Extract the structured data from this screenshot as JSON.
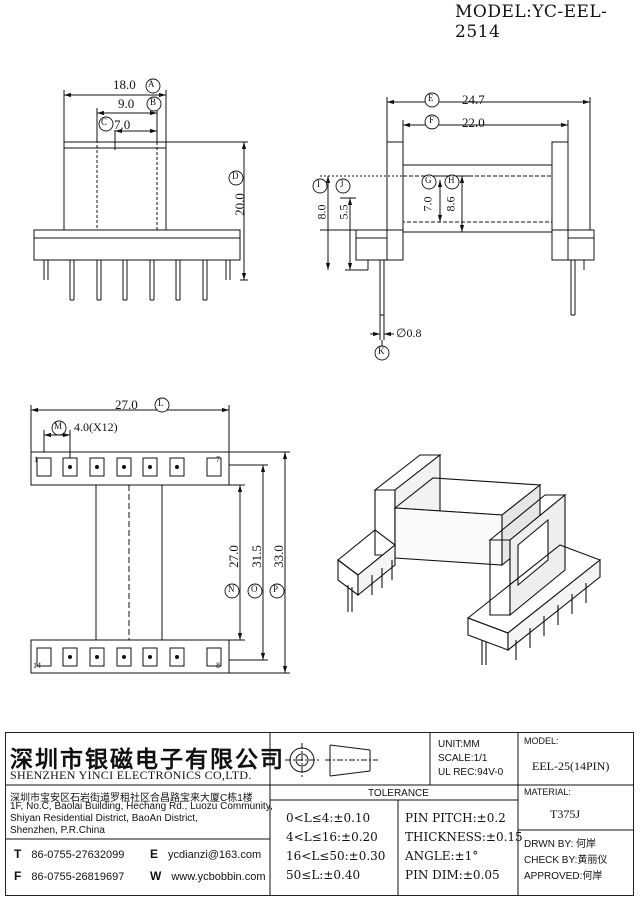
{
  "header": {
    "model": "MODEL:YC-EEL-2514"
  },
  "dimensions": {
    "A": {
      "value": "18.0",
      "letter": "A"
    },
    "B": {
      "value": "9.0",
      "letter": "B"
    },
    "C": {
      "value": "7.0",
      "letter": "C"
    },
    "D": {
      "value": "20.0",
      "letter": "D"
    },
    "E": {
      "value": "24.7",
      "letter": "E"
    },
    "F": {
      "value": "22.0",
      "letter": "F"
    },
    "G": {
      "value": "7.0",
      "letter": "G"
    },
    "H": {
      "value": "8.6",
      "letter": "H"
    },
    "I": {
      "value": "8.0",
      "letter": "I"
    },
    "J": {
      "value": "5.5",
      "letter": "J"
    },
    "K": {
      "value": "∅0.8",
      "letter": "K"
    },
    "L": {
      "value": "27.0",
      "letter": "L"
    },
    "M": {
      "value": "4.0(X12)",
      "letter": "M"
    },
    "N": {
      "value": "27.0",
      "letter": "N"
    },
    "O": {
      "value": "31.5",
      "letter": "O"
    },
    "P": {
      "value": "33.0",
      "letter": "P"
    }
  },
  "pins": {
    "top_left": "1",
    "top_right": "7",
    "bottom_left": "14",
    "bottom_right": "8"
  },
  "title_block": {
    "company_cn": "深圳市银磁电子有限公司",
    "company_en": "SHENZHEN YINCI ELECTRONICS CO,LTD.",
    "address_cn": "深圳市宝安区石岩街道罗租社区合昌路宝来大厦C栋1楼",
    "address_en1": "1F, No.C, Baolai Building, Hechang Rd., Luozu Community,",
    "address_en2": "Shiyan Residential District, BaoAn District,",
    "address_en3": "Shenzhen, P.R.China",
    "tel_label": "T",
    "tel": "86-0755-27632099",
    "fax_label": "F",
    "fax": "86-0755-26819697",
    "email_label": "E",
    "email": "ycdianzi@163.com",
    "web_label": "W",
    "web": "www.ycbobbin.com",
    "unit": "UNIT:MM",
    "scale": "SCALE:1/1",
    "ul": "UL REC:94V-0",
    "model_label": "MODEL:",
    "model": "EEL-25(14PIN)",
    "material_label": "MATERIAL:",
    "material": "T375J",
    "tolerance_title": "TOLERANCE",
    "tol": [
      "0<L≤4:±0.10",
      "4<L≤16:±0.20",
      "16<L≤50:±0.30",
      "50≤L:±0.40"
    ],
    "tol2": [
      "PIN PITCH:±0.2",
      "THICKNESS:±0.15",
      "ANGLE:±1°",
      "PIN DIM:±0.05"
    ],
    "drawn": "DRWN BY: 何岸",
    "check": "CHECK BY:黄丽仪",
    "approved": "APPROVED:何岸"
  }
}
